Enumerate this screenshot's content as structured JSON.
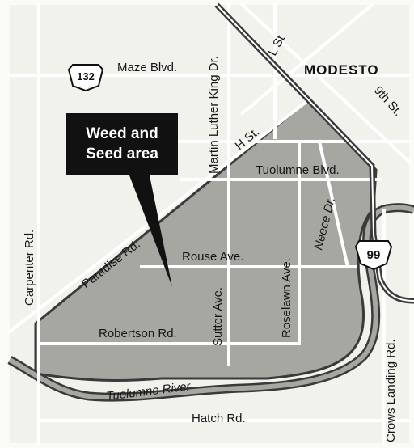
{
  "callout": {
    "line1": "Weed and",
    "line2": "Seed area"
  },
  "city": "MODESTO",
  "streets": {
    "maze": "Maze Blvd.",
    "mlk": "Martin Luther King Dr.",
    "l_st": "L St.",
    "ninth": "9th St.",
    "h_st": "H St.",
    "tuolumne_blvd": "Tuolumne Blvd.",
    "neece": "Neece Dr.",
    "rouse": "Rouse Ave.",
    "roselawn": "Roselawn Ave.",
    "sutter": "Sutter Ave.",
    "paradise": "Paradise Rd.",
    "carpenter": "Carpenter Rd.",
    "robertson": "Robertson Rd.",
    "hatch": "Hatch Rd.",
    "crows": "Crows Landing Rd."
  },
  "river": "Tuolumne River",
  "shields": {
    "route132": "132",
    "route99": "99"
  },
  "colors": {
    "area": "#a7a7a2",
    "road": "#ffffff",
    "background": "#f2f2ec",
    "callout": "#111111",
    "border": "#3a3a3a"
  }
}
